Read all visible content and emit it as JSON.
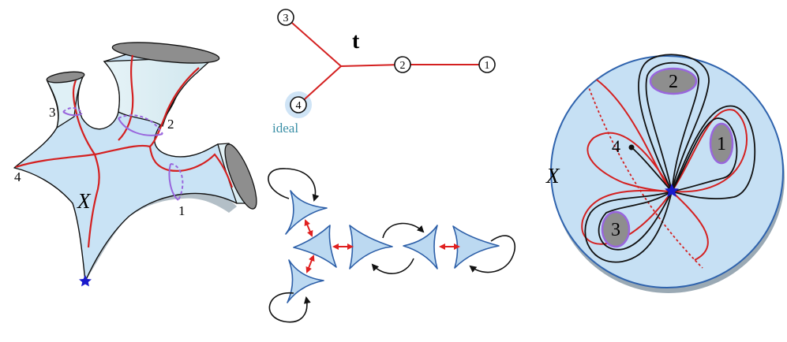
{
  "panels": {
    "surface": {
      "space_label": "X",
      "boundary_labels": [
        "1",
        "2",
        "3",
        "4"
      ]
    },
    "tree": {
      "name": "t",
      "nodes": [
        "1",
        "2",
        "3",
        "4"
      ],
      "ideal_label": "ideal"
    },
    "disk": {
      "space_label": "X",
      "hole_labels": [
        "1",
        "2",
        "3"
      ],
      "puncture_label": "4"
    }
  },
  "colors": {
    "surface_fill": "#c9e3f5",
    "tube_fill": "#dff0f6",
    "hole_fill": "#8e8e8e",
    "curve_red": "#d42020",
    "loop_purple": "#9966dd",
    "arrow_red": "#e02020",
    "star_blue": "#1a1acc",
    "disk_fill": "#c6e0f4",
    "disk_edge": "#2f63ad",
    "ideal_text": "#3a8fa6",
    "triangle_fill": "#bcd9f1",
    "triangle_edge": "#2d5fa8"
  },
  "icons": {
    "basepoint": "star-icon"
  }
}
